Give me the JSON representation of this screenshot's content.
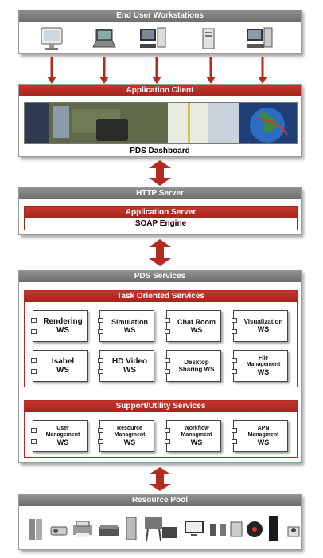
{
  "workstations": {
    "title": "End User Workstations"
  },
  "client": {
    "title": "Application Client",
    "dashboard_label": "PDS Dashboard"
  },
  "http": {
    "title": "HTTP Server",
    "app_server": "Application Server",
    "soap": "SOAP Engine"
  },
  "pds": {
    "title": "PDS Services",
    "task": {
      "title": "Task Oriented Services",
      "items": [
        {
          "line1": "Rendering",
          "line2": "WS"
        },
        {
          "line1": "Simulation",
          "line2": "WS"
        },
        {
          "line1": "Chat Room",
          "line2": "WS"
        },
        {
          "line1": "Visualization",
          "line2": "WS"
        },
        {
          "line1": "Isabel",
          "line2": "WS"
        },
        {
          "line1": "HD Video",
          "line2": "WS"
        },
        {
          "line1": "Desktop",
          "line2": "Sharing WS"
        },
        {
          "line1": "File",
          "line2": "Management",
          "line3": "WS"
        }
      ]
    },
    "support": {
      "title": "Support/Utility Services",
      "items": [
        {
          "line1": "User",
          "line2": "Management",
          "line3": "WS"
        },
        {
          "line1": "Resource",
          "line2": "Managment",
          "line3": "WS"
        },
        {
          "line1": "Workflow",
          "line2": "Managment",
          "line3": "WS"
        },
        {
          "line1": "APN",
          "line2": "Managment",
          "line3": "WS"
        }
      ]
    }
  },
  "pool": {
    "title": "Resource Pool"
  },
  "colors": {
    "accent_red": "#b32a20",
    "header_gray": "#7e7e7e"
  }
}
